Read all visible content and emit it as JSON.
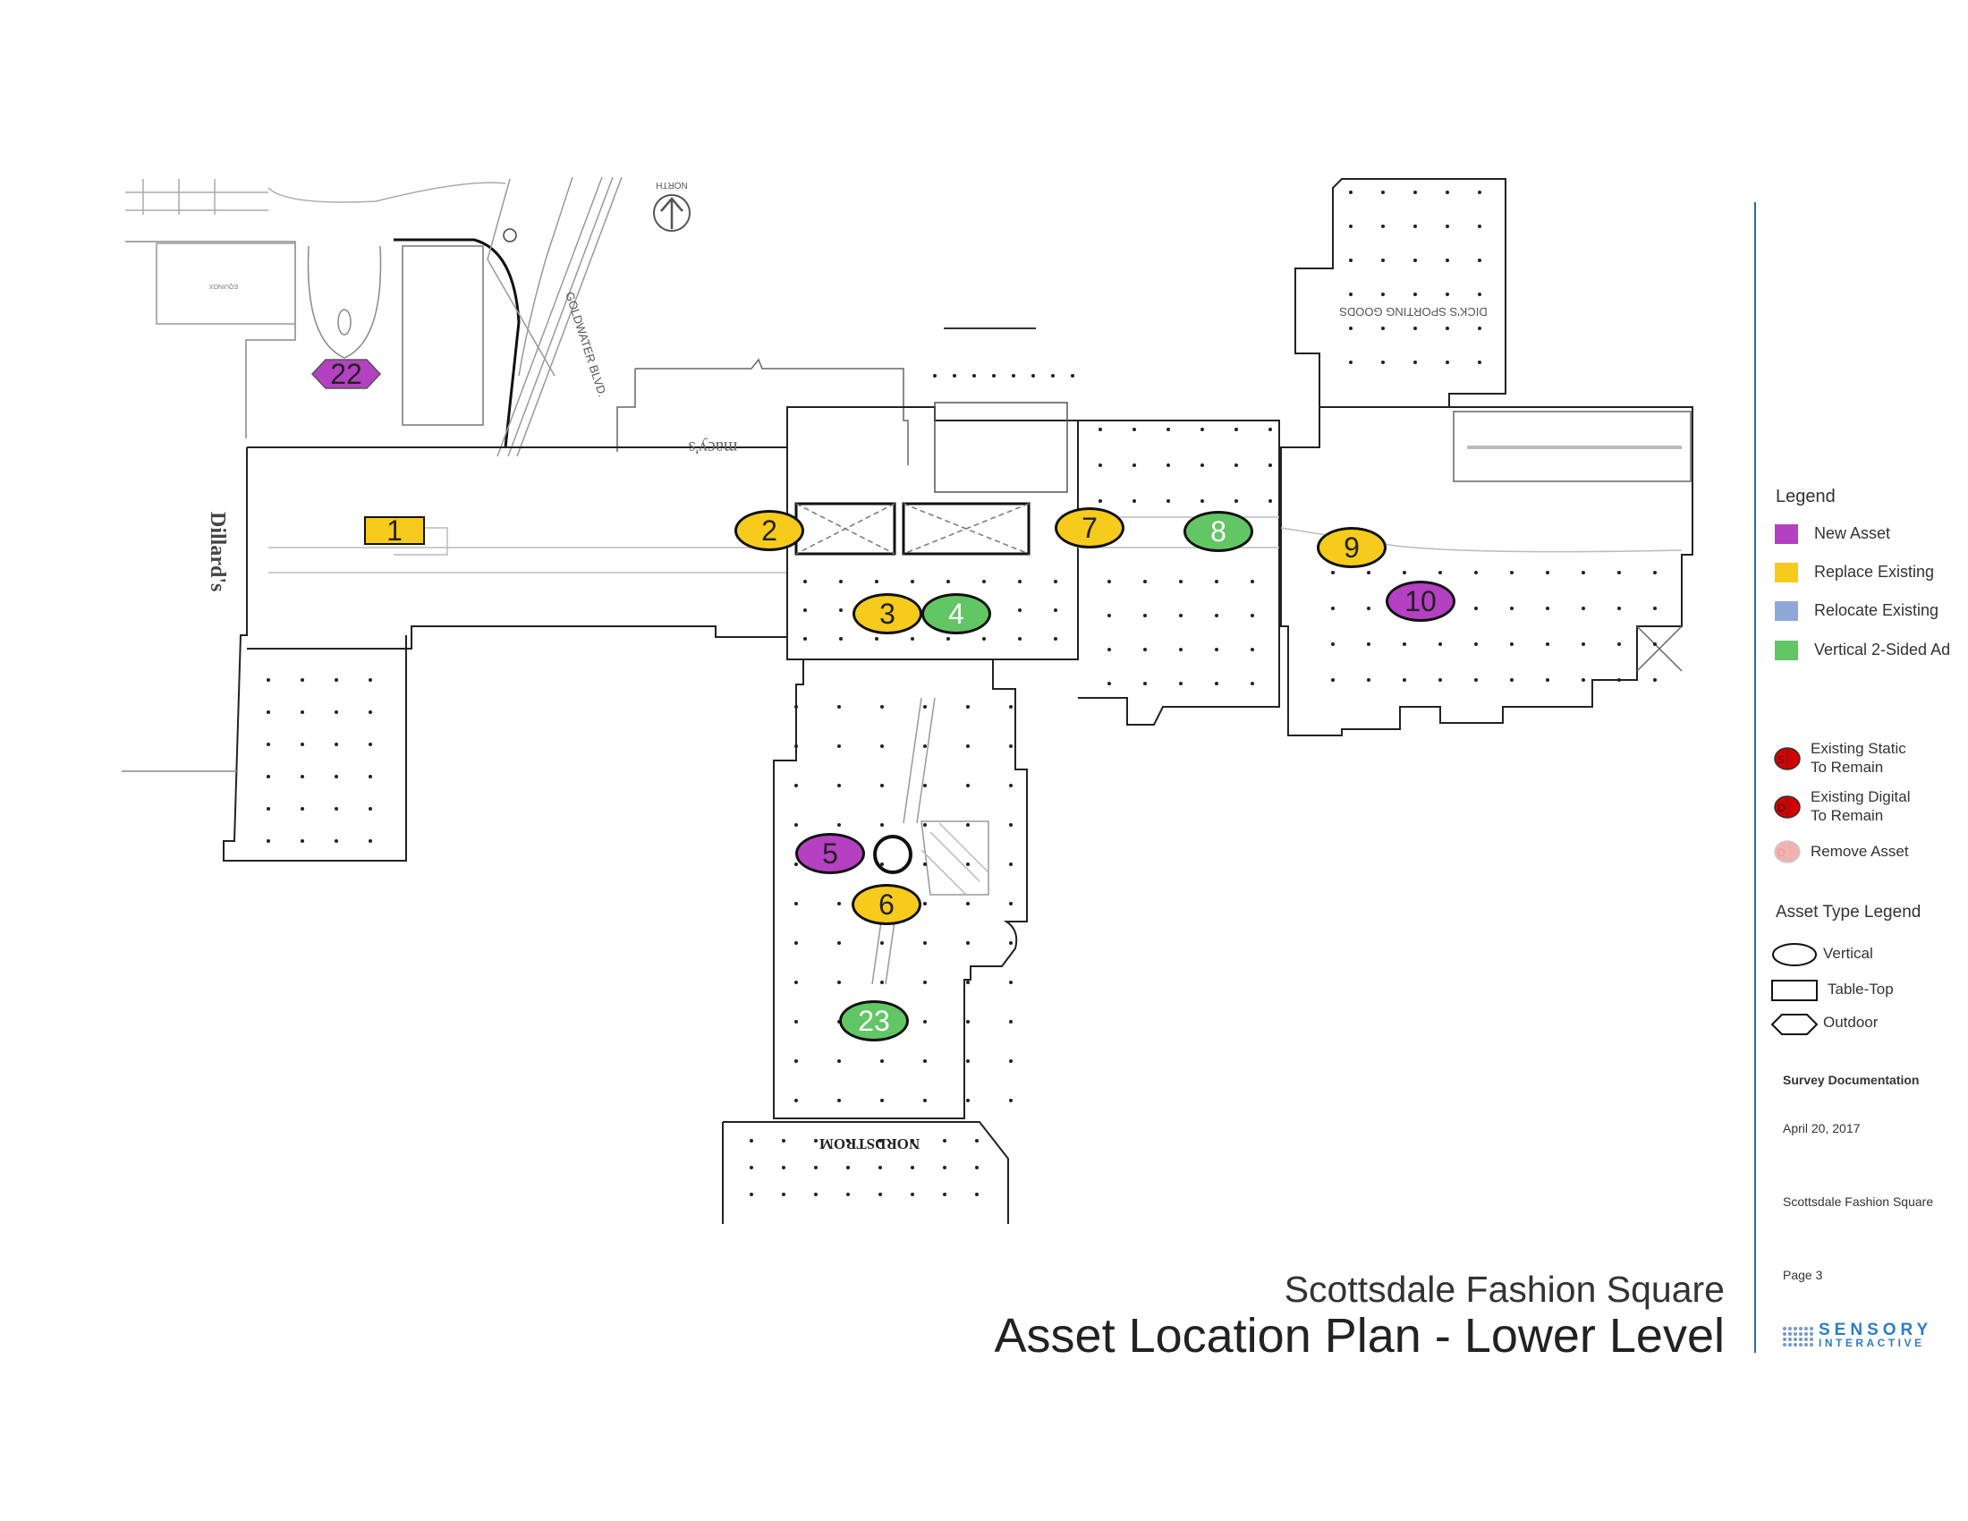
{
  "title": {
    "subtitle": "Scottsdale Fashion Square",
    "main": "Asset Location Plan - Lower Level"
  },
  "map_labels": {
    "dillards": "Dillard's",
    "macys": "macy's",
    "nordstrom": "NORDSTROM",
    "dicks": "DICK'S SPORTING GOODS",
    "goldwater": "GOLDWATER BLVD.",
    "north": "NORTH",
    "equinox": "EQUINOX"
  },
  "colors": {
    "new": "#b540c2",
    "replace": "#f6cb1b",
    "relocate": "#8ea9d8",
    "vertical_ad": "#62c665",
    "existing": "#d40000",
    "remove": "#f2b0b0",
    "accent_line": "#2b6a9a"
  },
  "markers": [
    {
      "id": "22",
      "shape": "hex",
      "status": "new"
    },
    {
      "id": "1",
      "shape": "rect",
      "status": "replace"
    },
    {
      "id": "2",
      "shape": "ellipse",
      "status": "replace"
    },
    {
      "id": "3",
      "shape": "ellipse",
      "status": "replace"
    },
    {
      "id": "4",
      "shape": "ellipse",
      "status": "vertical_ad"
    },
    {
      "id": "5",
      "shape": "ellipse",
      "status": "new"
    },
    {
      "id": "6",
      "shape": "ellipse",
      "status": "replace"
    },
    {
      "id": "7",
      "shape": "ellipse",
      "status": "replace"
    },
    {
      "id": "8",
      "shape": "ellipse",
      "status": "vertical_ad"
    },
    {
      "id": "9",
      "shape": "ellipse",
      "status": "replace"
    },
    {
      "id": "10",
      "shape": "ellipse",
      "status": "new"
    },
    {
      "id": "23",
      "shape": "ellipse",
      "status": "vertical_ad"
    }
  ],
  "legend": {
    "title": "Legend",
    "items": [
      {
        "label": "New Asset"
      },
      {
        "label": "Replace Existing"
      },
      {
        "label": "Relocate Existing"
      },
      {
        "label": "Vertical 2-Sided Ad"
      }
    ],
    "existing": [
      {
        "letter": "S",
        "line1": "Existing Static",
        "line2": "To Remain"
      },
      {
        "letter": "D",
        "line1": "Existing Digital",
        "line2": "To Remain"
      },
      {
        "letter": "D",
        "line1": "Remove Asset",
        "line2": ""
      }
    ],
    "type_title": "Asset Type Legend",
    "types": [
      {
        "label": "Vertical"
      },
      {
        "label": "Table-Top"
      },
      {
        "label": "Outdoor"
      }
    ]
  },
  "info": {
    "heading": "Survey Documentation",
    "date": "April 20, 2017",
    "property": "Scottsdale Fashion Square",
    "page": "Page  3"
  },
  "logo": {
    "line1": "SENSORY",
    "line2": "INTERACTIVE"
  }
}
